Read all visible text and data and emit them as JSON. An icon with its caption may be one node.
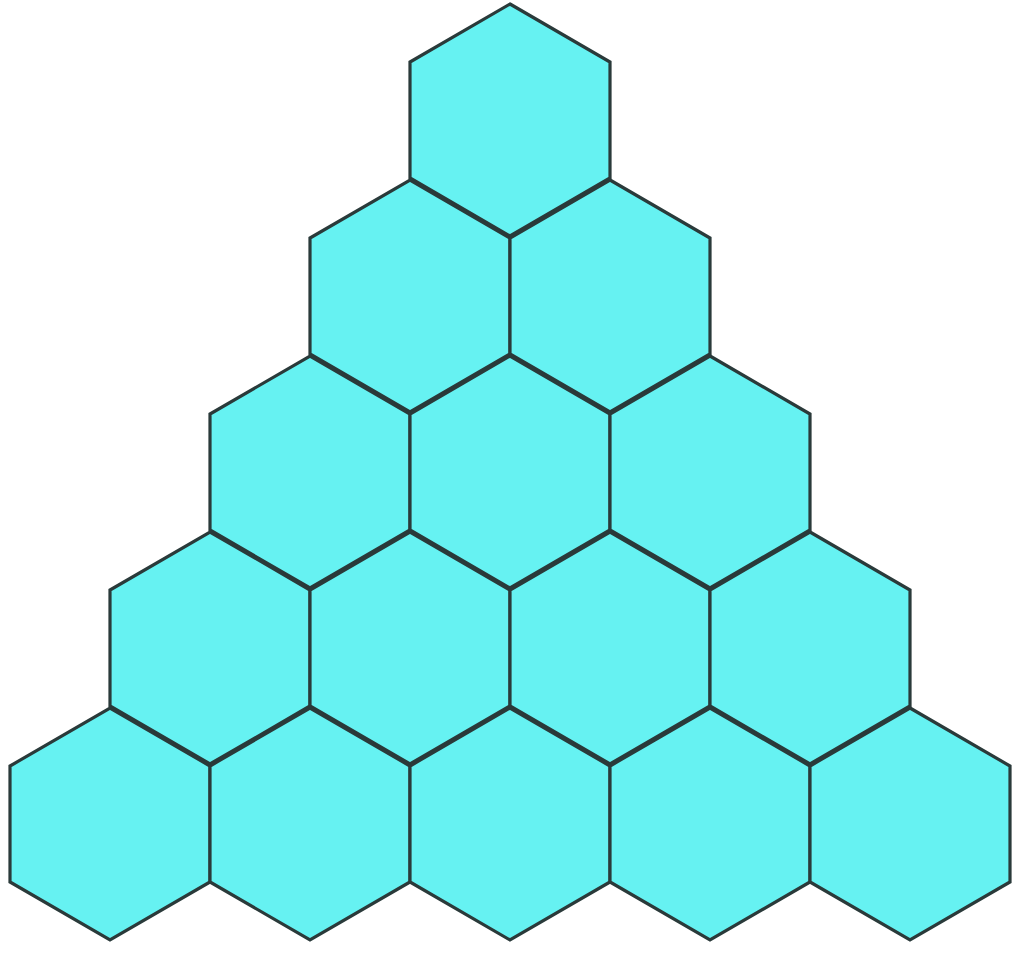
{
  "diagram": {
    "nodes": [
      {
        "text": [],
        "shape": "hexagon"
      },
      {
        "text": [],
        "shape": "hexagon"
      },
      {
        "text": [],
        "shape": "hexagon"
      },
      {
        "text": [],
        "shape": "hexagon"
      },
      {
        "text": [],
        "shape": "hexagon"
      },
      {
        "text": [],
        "shape": "hexagon"
      },
      {
        "text": [],
        "shape": "hexagon"
      },
      {
        "text": [],
        "shape": "hexagon"
      },
      {
        "text": [],
        "shape": "hexagon"
      },
      {
        "text": [],
        "shape": "hexagon"
      },
      {
        "text": [],
        "shape": "hexagon"
      },
      {
        "text": [],
        "shape": "hexagon"
      },
      {
        "text": [],
        "shape": "hexagon"
      },
      {
        "text": [],
        "shape": "hexagon"
      },
      {
        "text": [],
        "shape": "hexagon"
      }
    ]
  }
}
